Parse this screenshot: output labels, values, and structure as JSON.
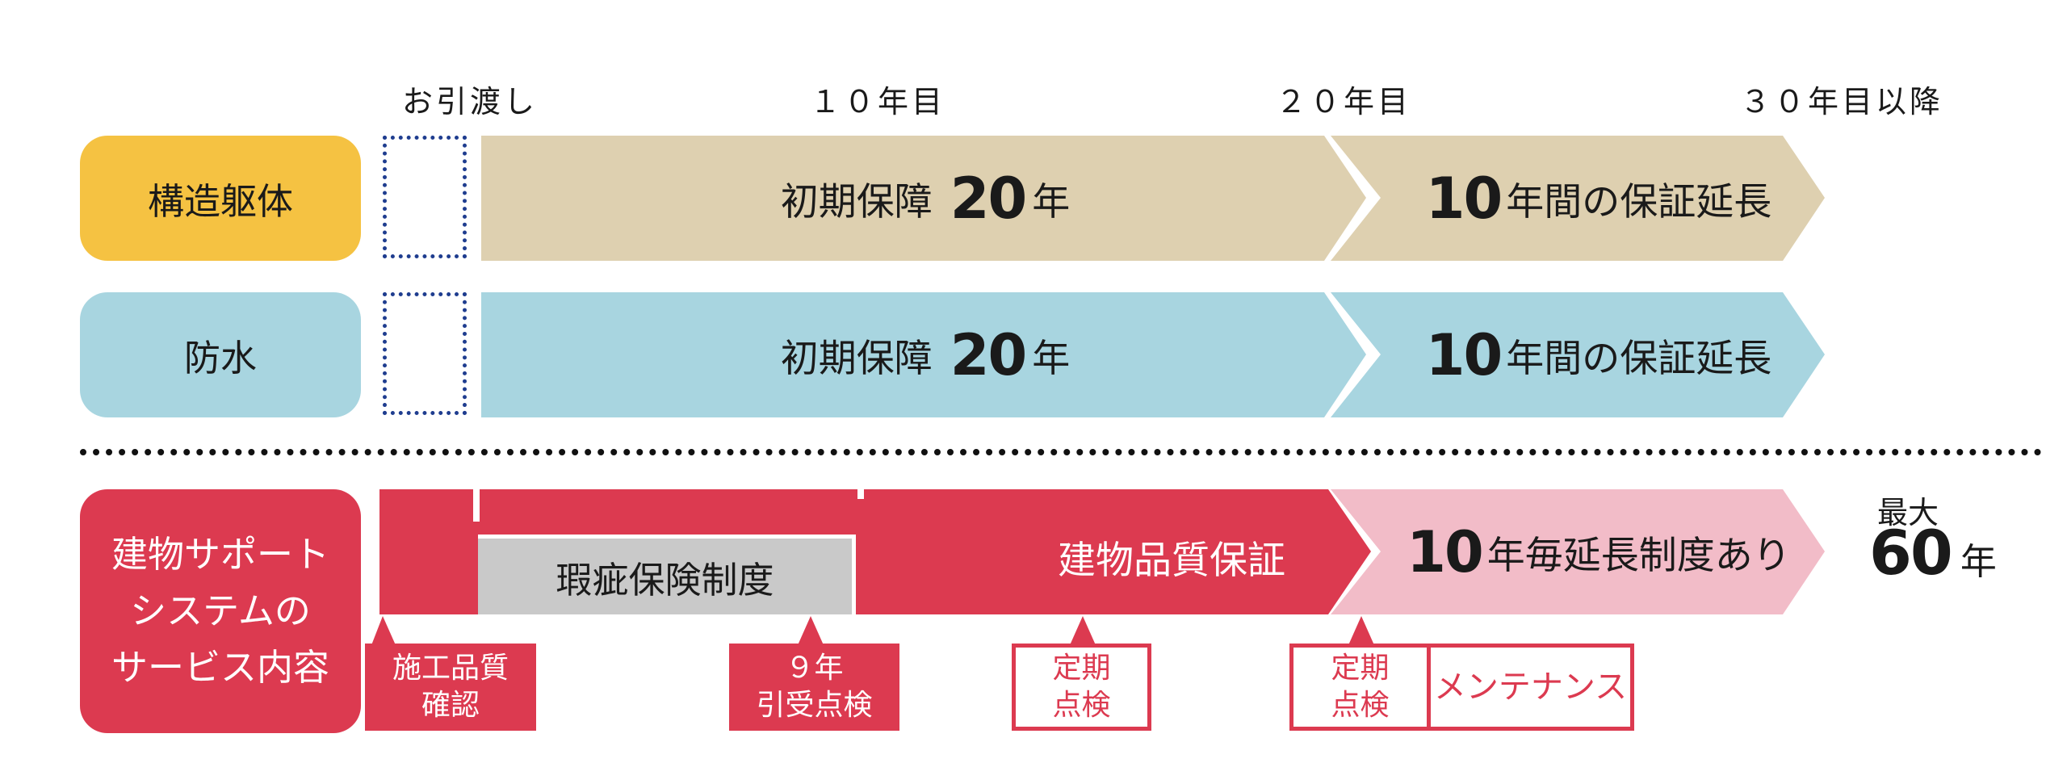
{
  "timeline": {
    "handover": "お引渡し",
    "year10": "１０年目",
    "year20": "２０年目",
    "year30": "３０年目以降"
  },
  "rows": {
    "structure": {
      "label": "構造躯体",
      "initial_prefix": "初期保障",
      "initial_years": "20",
      "initial_unit": "年",
      "ext_years": "10",
      "ext_suffix": "年間の保証延長",
      "color_label": "#f5c242",
      "color_bar": "#ded0b0"
    },
    "waterproof": {
      "label": "防水",
      "initial_prefix": "初期保障",
      "initial_years": "20",
      "initial_unit": "年",
      "ext_years": "10",
      "ext_suffix": "年間の保証延長",
      "color_label": "#a8d5e0",
      "color_bar": "#a8d5e0"
    }
  },
  "support": {
    "label_line1": "建物サポート",
    "label_line2": "システムの",
    "label_line3": "サービス内容",
    "defect_insurance": "瑕疵保険制度",
    "quality_guarantee": "建物品質保証",
    "ext_years": "10",
    "ext_suffix": "年毎延長制度あり",
    "max_prefix": "最大",
    "max_years": "60",
    "max_unit": "年",
    "color_main": "#dc3a50",
    "color_ext": "#f2bcc8",
    "color_gray": "#c9c9c9"
  },
  "tags": {
    "construction_check_1": "施工品質",
    "construction_check_2": "確認",
    "ninth_year_1": "９年",
    "ninth_year_2": "引受点検",
    "periodic1_1": "定期",
    "periodic1_2": "点検",
    "periodic2_1": "定期",
    "periodic2_2": "点検",
    "maintenance": "メンテナンス"
  }
}
